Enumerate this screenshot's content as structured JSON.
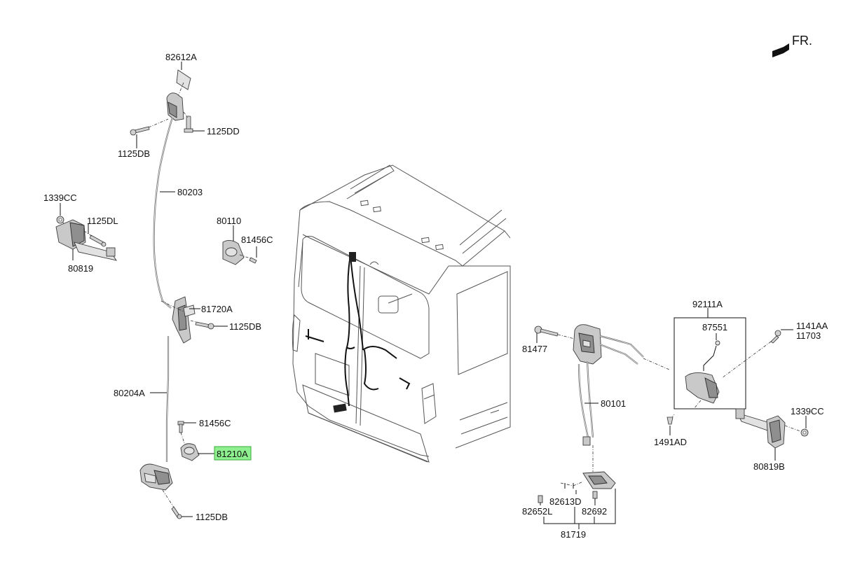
{
  "orientation": {
    "label": "FR."
  },
  "highlight_color": "#8ef08e",
  "parts": {
    "p82612A": "82612A",
    "p1125DD": "1125DD",
    "p1125DB_top": "1125DB",
    "p80203": "80203",
    "p1339CC_left": "1339CC",
    "p1125DL": "1125DL",
    "p80819": "80819",
    "p80110": "80110",
    "p81456C_top": "81456C",
    "p81720A": "81720A",
    "p1125DB_mid": "1125DB",
    "p80204A": "80204A",
    "p81456C_bottom": "81456C",
    "p81210A": "81210A",
    "p1125DB_bottom": "1125DB",
    "p92111A": "92111A",
    "p87551": "87551",
    "p1141AA": "1141AA",
    "p11703": "11703",
    "p81477": "81477",
    "p80101": "80101",
    "p1491AD": "1491AD",
    "p1339CC_right": "1339CC",
    "p80819B": "80819B",
    "p82613D": "82613D",
    "p82652L": "82652L",
    "p82692": "82692",
    "p81719": "81719"
  }
}
